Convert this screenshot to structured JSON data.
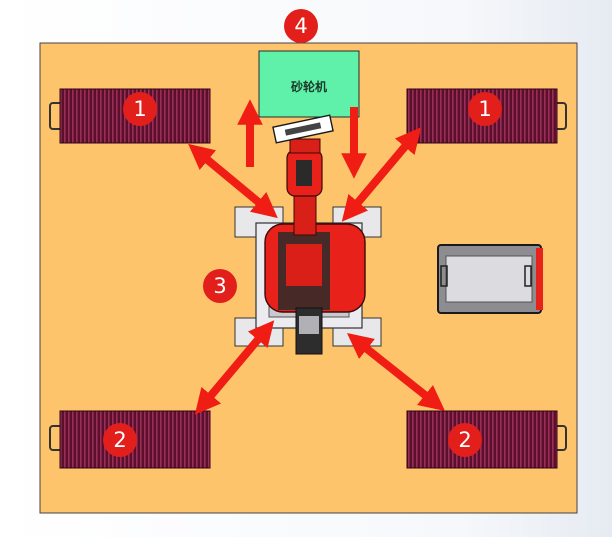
{
  "grinder_label": "砂轮机",
  "markers": {
    "m1a": "1",
    "m1b": "1",
    "m2a": "2",
    "m2b": "2",
    "m3": "3",
    "m4": "4"
  },
  "colors": {
    "floor": "#fdc46b",
    "conveyor": "#5a0f2b",
    "grinder": "#5ff0a9",
    "robot": "#e8221a",
    "arrow": "#f01d14",
    "marker": "#e21f1a"
  }
}
